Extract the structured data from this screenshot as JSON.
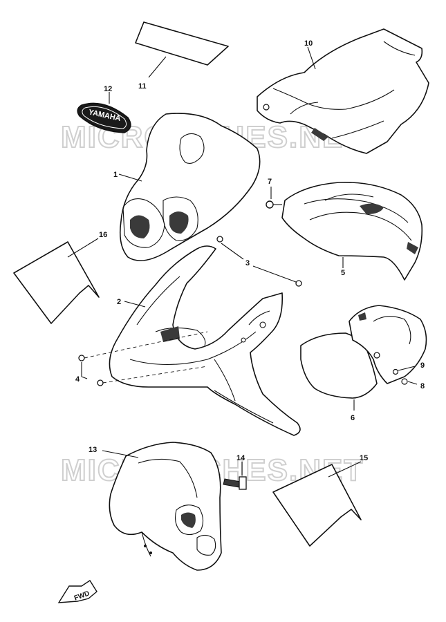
{
  "watermark_top": "MICROFICHES.NET",
  "watermark_bottom": "MICROFICHES.NET",
  "badge_text": "YAMAHA",
  "fwd_text": "FWD",
  "callouts": {
    "c1": "1",
    "c2": "2",
    "c3": "3",
    "c4": "4",
    "c5": "5",
    "c6": "6",
    "c7": "7",
    "c8": "8",
    "c9": "9",
    "c10": "10",
    "c11": "11",
    "c12": "12",
    "c13": "13",
    "c14": "14",
    "c15": "15",
    "c16": "16"
  }
}
